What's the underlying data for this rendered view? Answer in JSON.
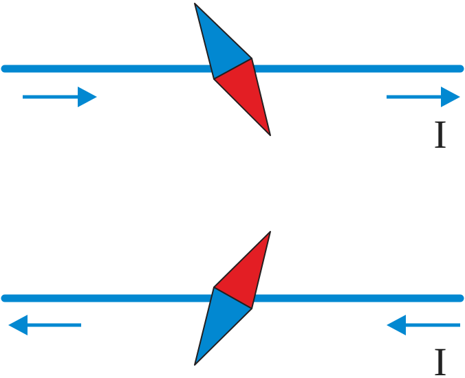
{
  "colors": {
    "wire": "#0288d1",
    "arrow": "#0288d1",
    "needle_north": "#e31e24",
    "needle_south": "#0288d1",
    "needle_outline": "#231f20",
    "label": "#222222"
  },
  "panels": [
    {
      "current_direction": "right",
      "north_pole_side": "below",
      "current_label": "I"
    },
    {
      "current_direction": "left",
      "north_pole_side": "above",
      "current_label": "I"
    }
  ]
}
